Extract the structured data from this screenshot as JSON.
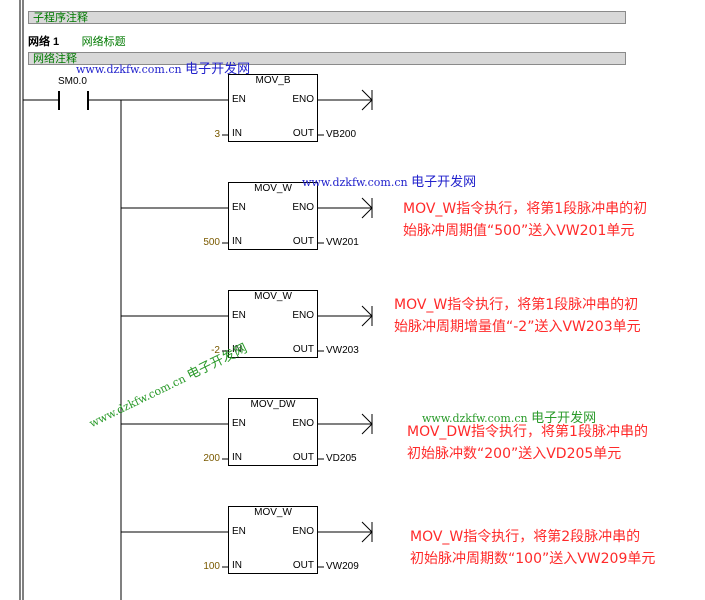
{
  "header": {
    "subroutine_comment": "子程序注释",
    "network_label": "网络 1",
    "network_title": "网络标题",
    "network_comment": "网络注释"
  },
  "contact": {
    "label": "SM0.0"
  },
  "blocks": [
    {
      "title": "MOV_B",
      "en": "EN",
      "eno": "ENO",
      "in": "IN",
      "out": "OUT",
      "in_value": "3",
      "out_value": "VB200"
    },
    {
      "title": "MOV_W",
      "en": "EN",
      "eno": "ENO",
      "in": "IN",
      "out": "OUT",
      "in_value": "500",
      "out_value": "VW201"
    },
    {
      "title": "MOV_W",
      "en": "EN",
      "eno": "ENO",
      "in": "IN",
      "out": "OUT",
      "in_value": "-2",
      "out_value": "VW203"
    },
    {
      "title": "MOV_DW",
      "en": "EN",
      "eno": "ENO",
      "in": "IN",
      "out": "OUT",
      "in_value": "200",
      "out_value": "VD205"
    },
    {
      "title": "MOV_W",
      "en": "EN",
      "eno": "ENO",
      "in": "IN",
      "out": "OUT",
      "in_value": "100",
      "out_value": "VW209"
    }
  ],
  "annotations": [
    {
      "line1": "MOV_W指令执行，将第1段脉冲串的初",
      "line2": "始脉冲周期值“500”送入VW201单元"
    },
    {
      "line1": "MOV_W指令执行，将第1段脉冲串的初",
      "line2": "始脉冲周期增量值“-2”送入VW203单元"
    },
    {
      "line1": "MOV_DW指令执行，将第1段脉冲串的",
      "line2": "初始脉冲数“200”送入VD205单元"
    },
    {
      "line1": "MOV_W指令执行，将第2段脉冲串的",
      "line2": "初始脉冲周期数“100”送入VW209单元"
    }
  ],
  "watermarks": {
    "url": "www.dzkfw.com.cn",
    "name": "电子开发网"
  },
  "colors": {
    "annotation": "#ff2a2a",
    "comment_text": "#007a00",
    "watermark": "#2222cc"
  }
}
